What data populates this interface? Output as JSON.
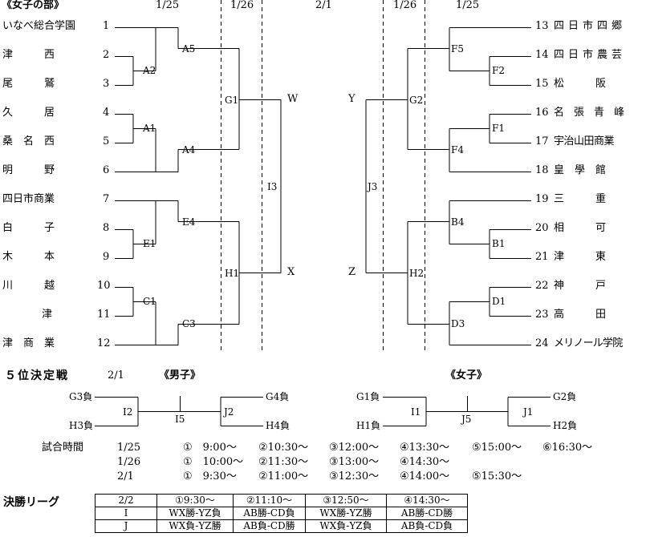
{
  "header": {
    "section_title": "《女子の部》",
    "dates": [
      "1/25",
      "1/26",
      "2/1",
      "1/26",
      "1/25"
    ]
  },
  "left_teams": [
    {
      "name": "いなべ総合学園",
      "num": "1"
    },
    {
      "name": "津　　　西",
      "num": "2"
    },
    {
      "name": "尾　　　鷲",
      "num": "3"
    },
    {
      "name": "久　　　居",
      "num": "4"
    },
    {
      "name": "桑　名　西",
      "num": "5"
    },
    {
      "name": "明　　　野",
      "num": "6"
    },
    {
      "name": "四日市商業",
      "num": "7"
    },
    {
      "name": "白　　　子",
      "num": "8"
    },
    {
      "name": "木　　　本",
      "num": "9"
    },
    {
      "name": "川　　　越",
      "num": "10"
    },
    {
      "name": "津",
      "num": "11"
    },
    {
      "name": "津　商　業",
      "num": "12"
    }
  ],
  "right_teams": [
    {
      "num": "13",
      "name": "四日市四郷"
    },
    {
      "num": "14",
      "name": "四日市農芸"
    },
    {
      "num": "15",
      "name": "松　　　阪"
    },
    {
      "num": "16",
      "name": "名張青峰"
    },
    {
      "num": "17",
      "name": "宇治山田商業"
    },
    {
      "num": "18",
      "name": "皇　學　館"
    },
    {
      "num": "19",
      "name": "三　　　重"
    },
    {
      "num": "20",
      "name": "相　　　可"
    },
    {
      "num": "21",
      "name": "津　　　東"
    },
    {
      "num": "22",
      "name": "神　　　戸"
    },
    {
      "num": "23",
      "name": "高　　　田"
    },
    {
      "num": "24",
      "name": "メリノール学院"
    }
  ],
  "match_labels": {
    "A5": "A5",
    "A2": "A2",
    "A1": "A1",
    "A4": "A4",
    "E4": "E4",
    "E1": "E1",
    "C1": "C1",
    "C3": "C3",
    "G1": "G1",
    "H1": "H1",
    "I3": "I3",
    "F5": "F5",
    "F2": "F2",
    "F1": "F1",
    "F4": "F4",
    "B4": "B4",
    "B1": "B1",
    "D1": "D1",
    "D3": "D3",
    "G2": "G2",
    "H2": "H2",
    "J3": "J3",
    "W": "W",
    "X": "X",
    "Y": "Y",
    "Z": "Z"
  },
  "fifth_place": {
    "title": "５位決定戦",
    "date": "2/1",
    "boys_label": "《男子》",
    "girls_label": "《女子》",
    "boys": {
      "top_left": "G3負",
      "bottom_left": "H3負",
      "left_match": "I2",
      "center": "I5",
      "right_match": "J2",
      "top_right": "G4負",
      "bottom_right": "H4負"
    },
    "girls": {
      "top_left": "G1負",
      "bottom_left": "H1負",
      "left_match": "I1",
      "center": "J5",
      "right_match": "J1",
      "top_right": "G2負",
      "bottom_right": "H2負"
    }
  },
  "schedule": {
    "label": "試合時間",
    "rows": [
      {
        "date": "1/25",
        "slots": [
          "①　9:00～",
          "②10:30～",
          "③12:00～",
          "④13:30～",
          "⑤15:00～",
          "⑥16:30～"
        ]
      },
      {
        "date": "1/26",
        "slots": [
          "①　10:00～",
          "②11:30～",
          "③13:00～",
          "④14:30～"
        ]
      },
      {
        "date": "2/1",
        "slots": [
          "①　9:30～",
          "②11:00～",
          "③12:30～",
          "④14:00～",
          "⑤15:30～"
        ]
      }
    ]
  },
  "final_league": {
    "title": "決勝リーグ",
    "header": [
      "2/2",
      "①9:30～",
      "②11:10～",
      "③12:50～",
      "④14:30～"
    ],
    "rows": [
      [
        "I",
        "WX勝-YZ負",
        "AB勝-CD負",
        "WX勝-YZ勝",
        "AB勝-CD勝"
      ],
      [
        "J",
        "WX負-YZ勝",
        "AB負-CD勝",
        "WX負-YZ負",
        "AB負-CD負"
      ]
    ]
  }
}
